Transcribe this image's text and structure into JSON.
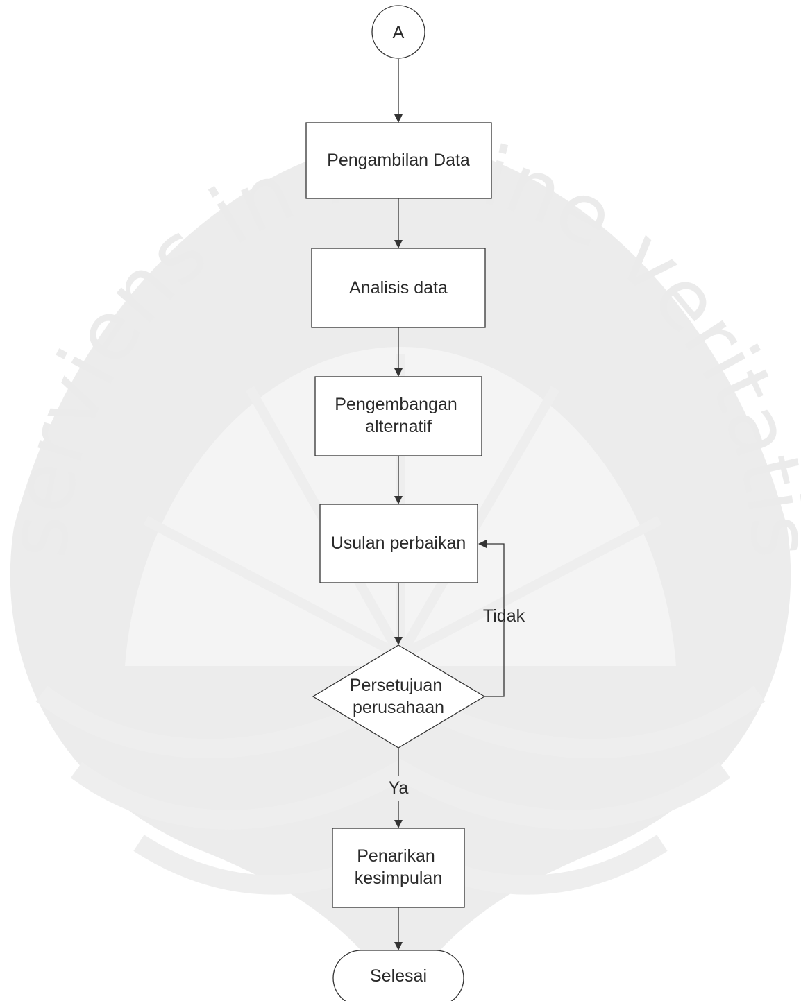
{
  "watermark": {
    "motto": "serviens in lumine veritatis"
  },
  "nodes": {
    "start_connector": "A",
    "step_data_collection": "Pengambilan Data",
    "step_data_analysis": "Analisis data",
    "step_alternative_dev": [
      "Pengembangan",
      "alternatif"
    ],
    "step_improvement_proposal": "Usulan perbaikan",
    "decision_company_approval": [
      "Persetujuan",
      "perusahaan"
    ],
    "step_conclusion": [
      "Penarikan",
      "kesimpulan"
    ],
    "end_terminator": "Selesai"
  },
  "edges": {
    "no_label": "Tidak",
    "yes_label": "Ya"
  },
  "colors": {
    "line": "#333333",
    "text": "#2a2a2a",
    "watermark": "#ececec"
  }
}
